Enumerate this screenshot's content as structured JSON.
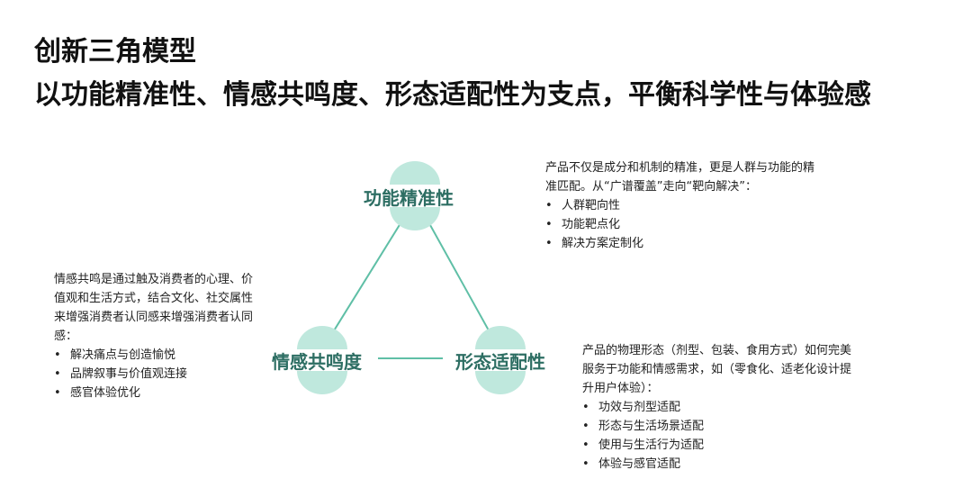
{
  "header": {
    "title": "创新三角模型",
    "subtitle": "以功能精准性、情感共鸣度、形态适配性为支点，平衡科学性与体验感"
  },
  "colors": {
    "node_fill": "#bfe8dd",
    "node_text": "#2d6e63",
    "edge": "#5fbfa6"
  },
  "nodes": {
    "top": {
      "label": "功能精准性",
      "desc": "产品不仅是成分和机制的精准，更是人群与功能的精准匹配。从“广谱覆盖”走向“靶向解决”：",
      "bullets": [
        "人群靶向性",
        "功能靶点化",
        "解决方案定制化"
      ]
    },
    "left": {
      "label": "情感共鸣度",
      "desc": "情感共鸣是通过触及消费者的心理、价值观和生活方式，结合文化、社交属性来增强消费者认同感来增强消费者认同感：",
      "bullets": [
        "解决痛点与创造愉悦",
        "品牌叙事与价值观连接",
        "感官体验优化"
      ]
    },
    "right": {
      "label": "形态适配性",
      "desc": "产品的物理形态（剂型、包装、食用方式）如何完美服务于功能和情感需求，如（零食化、适老化设计提升用户体验）：",
      "bullets": [
        "功效与剂型适配",
        "形态与生活场景适配",
        "使用与生活行为适配",
        "体验与感官适配"
      ]
    }
  }
}
